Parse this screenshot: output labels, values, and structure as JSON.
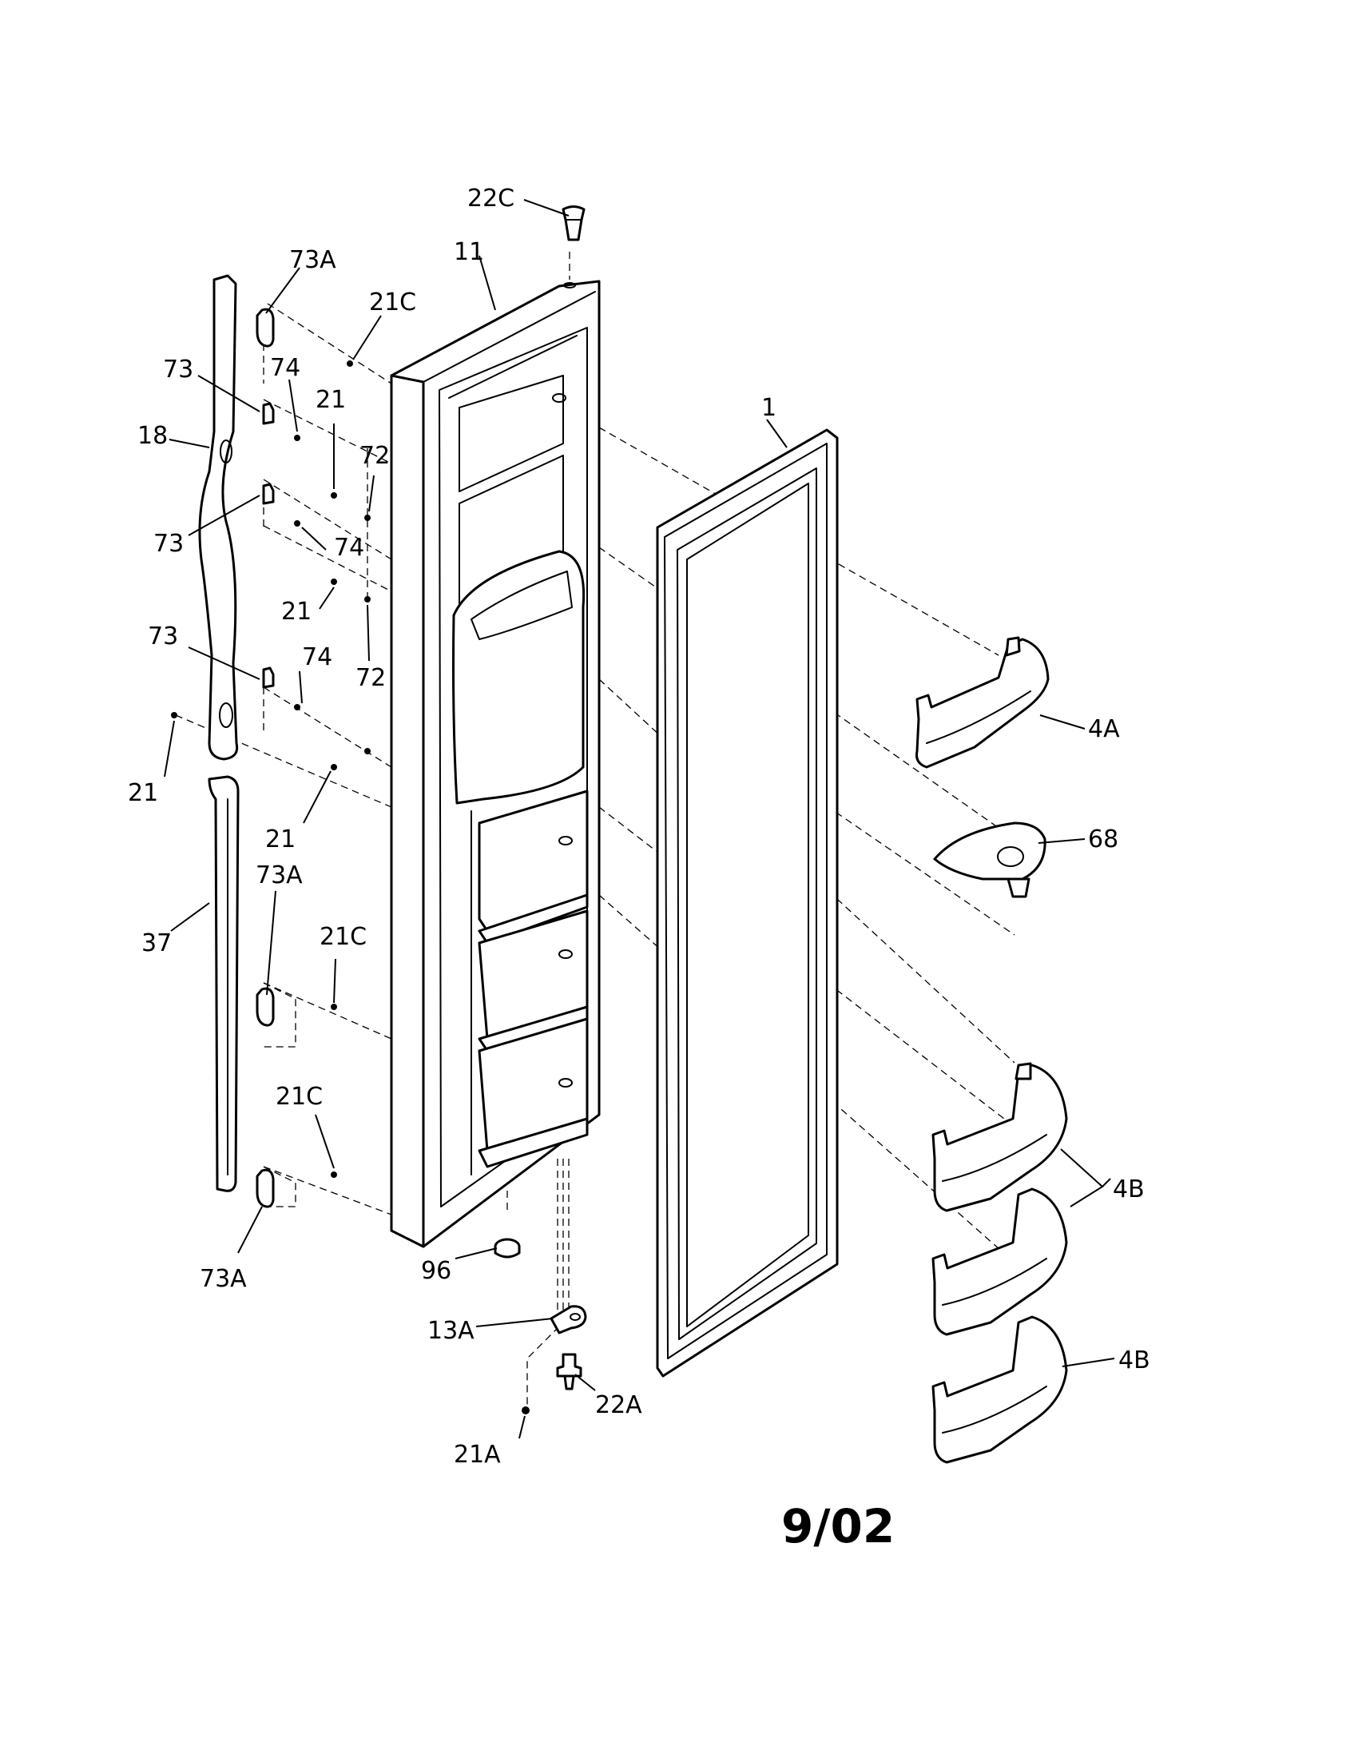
{
  "diagram": {
    "date_code": "9/02",
    "labels": {
      "p22c": "22C",
      "p11": "11",
      "p73a_top": "73A",
      "p21c_top": "21C",
      "p73_1": "73",
      "p74_1": "74",
      "p21_1": "21",
      "p72_1": "72",
      "p18": "18",
      "p1": "1",
      "p73_2": "73",
      "p74_2": "74",
      "p21_2": "21",
      "p73_3": "73",
      "p74_3": "74",
      "p72_2": "72",
      "p21_3": "21",
      "p21_4": "21",
      "p4a": "4A",
      "p68": "68",
      "p73a_mid": "73A",
      "p21c_mid": "21C",
      "p37": "37",
      "p21c_low": "21C",
      "p4b_1": "4B",
      "p4b_2": "4B",
      "p96": "96",
      "p73a_bot": "73A",
      "p13a": "13A",
      "p22a": "22A",
      "p21a": "21A"
    }
  }
}
